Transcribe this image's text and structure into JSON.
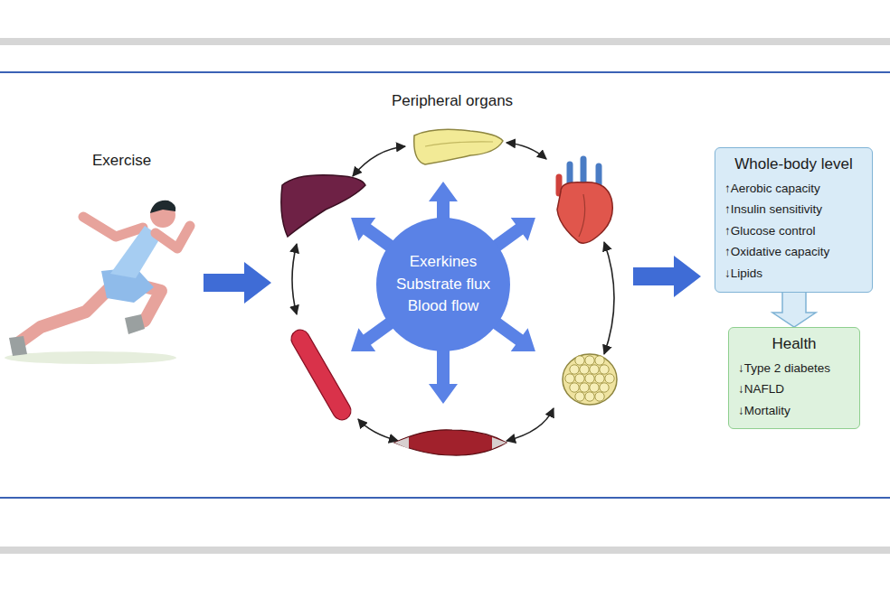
{
  "diagram": {
    "nodes": [
      {
        "text": [
          "Exerkines",
          "Substrate flux",
          "Blood flow"
        ]
      },
      {
        "text": [
          "Whole-body level",
          "↑Aerobic capacity",
          "↑Insulin sensitivity",
          "↑Glucose control",
          "↑Oxidative capacity",
          "↓Lipids"
        ]
      },
      {
        "text": [
          "Health",
          "↓Type 2 diabetes",
          "↓NAFLD",
          "↓Mortality"
        ]
      }
    ],
    "edges": [
      {
        "from": 1,
        "to": 2,
        "arrow": "to"
      }
    ],
    "labels": [
      "Exercise",
      "Peripheral organs"
    ]
  }
}
